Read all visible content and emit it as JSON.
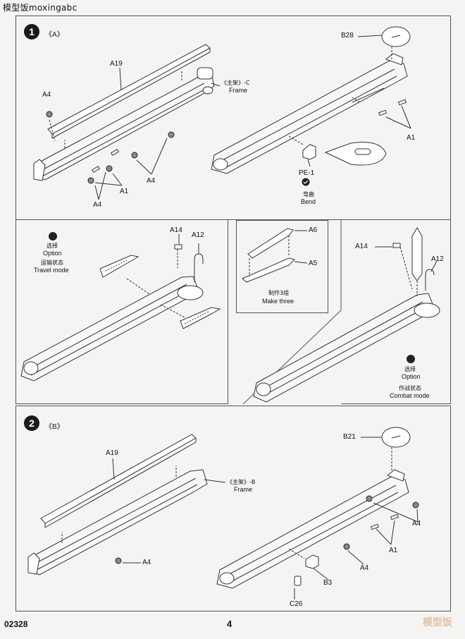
{
  "watermark": "模型饭moxingabc",
  "step1": {
    "number": "1",
    "subassembly": "《A》",
    "frame_cn": "《主架》-C",
    "frame_en": "Frame",
    "labels": [
      "A19",
      "A4",
      "A4",
      "A4",
      "A1",
      "B28",
      "A1",
      "PE-1"
    ],
    "bend_cn": "弯曲",
    "bend_en": "Bend"
  },
  "travel": {
    "option_cn": "选择",
    "option_en": "Option",
    "mode_cn": "运输状态",
    "mode_en": "Travel mode",
    "labels": [
      "A14",
      "A12"
    ]
  },
  "make": {
    "labels": [
      "A6",
      "A5"
    ],
    "cn": "制作3组",
    "en": "Make three"
  },
  "combat": {
    "option_cn": "选择",
    "option_en": "Option",
    "mode_cn": "作战状态",
    "mode_en": "Combat mode",
    "labels": [
      "A14",
      "A12"
    ]
  },
  "step2": {
    "number": "2",
    "subassembly": "《B》",
    "frame_cn": "《主架》-B",
    "frame_en": "Frame",
    "labels": [
      "A19",
      "A4",
      "B21",
      "A4",
      "A1",
      "A4",
      "B3",
      "C26"
    ]
  },
  "footer": {
    "code": "02328",
    "page": "4",
    "logo": "模型饭"
  }
}
